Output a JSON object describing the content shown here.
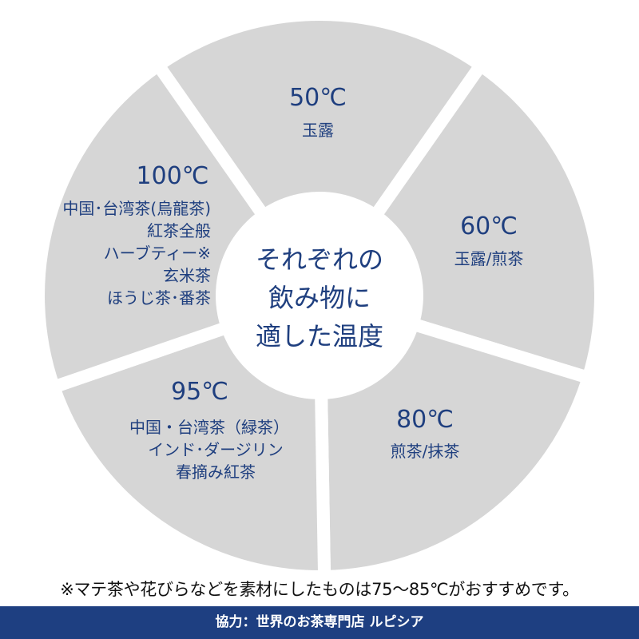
{
  "segments": [
    {
      "temp": "50℃",
      "lines": [
        "玉露"
      ]
    },
    {
      "temp": "60℃",
      "lines": [
        "玉露/煎茶"
      ]
    },
    {
      "temp": "80℃",
      "lines": [
        "煎茶/抹茶"
      ]
    },
    {
      "temp": "95℃",
      "lines": [
        "中国・台湾茶（緑茶）",
        "インド･ダージリン",
        "春摘み紅茶"
      ]
    },
    {
      "temp": "100℃",
      "lines": [
        "中国･台湾茶(烏龍茶)",
        "紅茶全般",
        "ハーブティー※",
        "玄米茶",
        "ほうじ茶･番茶"
      ]
    }
  ],
  "center": [
    "それぞれの",
    "飲み物に",
    "適した温度"
  ],
  "note": "※マテ茶や花びらなどを素材にしたものは75〜85℃がおすすめです。",
  "footer": "協力：世界のお茶専門店 ルピシア",
  "colors": {
    "segment": "#d6d6d6",
    "text": "#1f3f7f",
    "footer_bg": "#1e3f81"
  }
}
